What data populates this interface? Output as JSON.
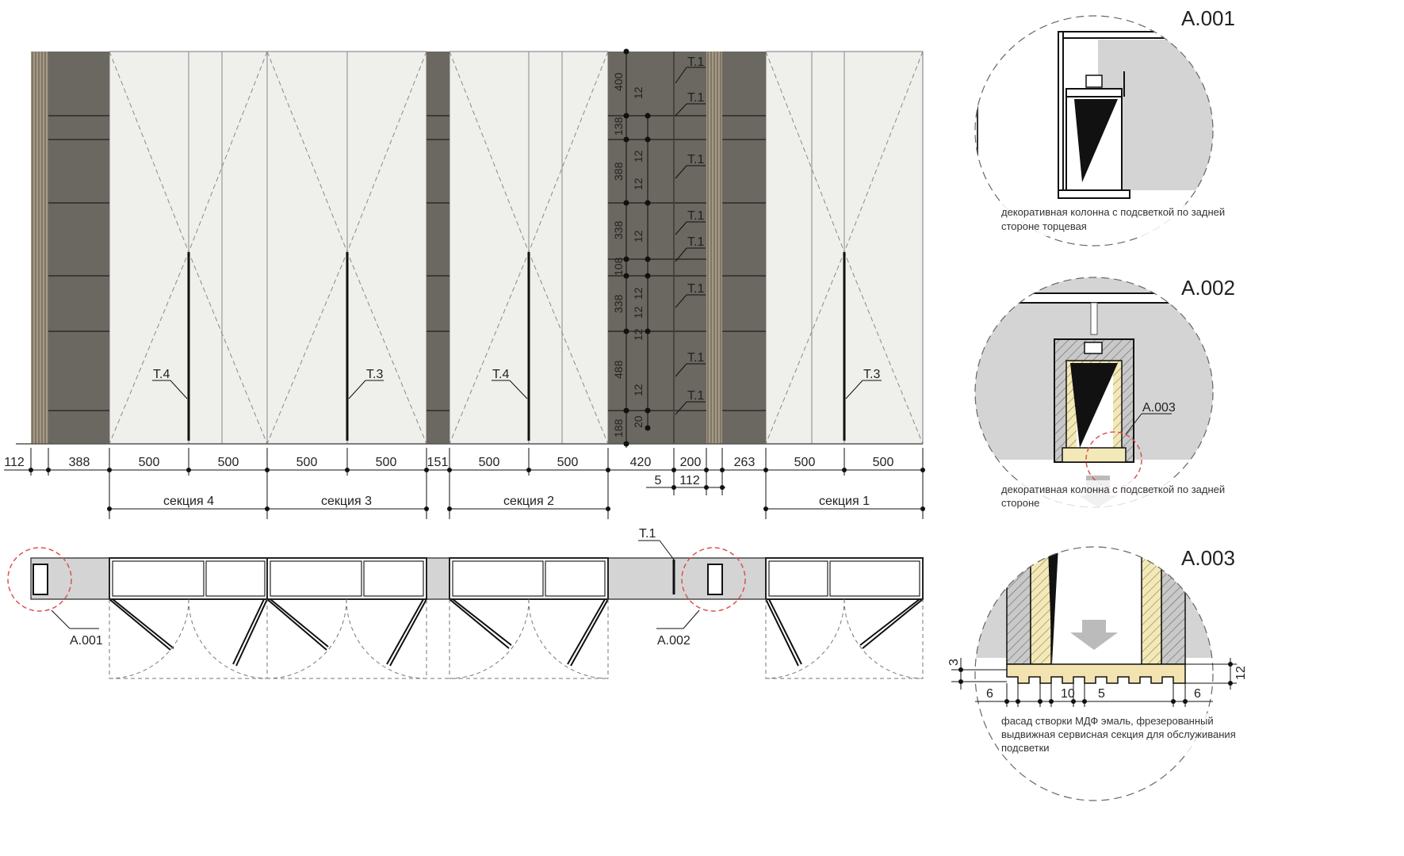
{
  "elevation": {
    "bottom_dims": [
      "112",
      "388",
      "500",
      "500",
      "500",
      "500",
      "151",
      "500",
      "500",
      "420",
      "200",
      "263",
      "500",
      "500"
    ],
    "sub_dims": [
      "5",
      "112"
    ],
    "sections": [
      "секция 4",
      "секция 3",
      "секция 2",
      "секция 1"
    ],
    "column_vertical_dims": [
      "400",
      "12",
      "138",
      "12",
      "388",
      "12",
      "338",
      "12",
      "108",
      "12",
      "338",
      "12",
      "12",
      "488",
      "12",
      "20",
      "188"
    ],
    "tags": {
      "t1": "T.1",
      "t3": "T.3",
      "t4": "T.4"
    }
  },
  "plan": {
    "callout_a001": "A.001",
    "callout_a002": "A.002",
    "tag_t1": "T.1"
  },
  "details": {
    "a001": {
      "title": "A.001",
      "caption_line1": "декоративная колонна с подсветкой по задней",
      "caption_line2": "стороне торцевая"
    },
    "a002": {
      "title": "A.002",
      "callout": "A.003",
      "caption_line1": "декоративная колонна с подсветкой по задней",
      "caption_line2": "стороне"
    },
    "a003": {
      "title": "A.003",
      "dims": [
        "3",
        "12",
        "6",
        "10",
        "5",
        "6"
      ],
      "caption_line1": "фасад створки МДФ эмаль, фрезерованный",
      "caption_line2": "выдвижная сервисная секция для обслуживания",
      "caption_line3": "подсветки"
    }
  },
  "colors": {
    "dark_panel": "#6b6761",
    "light_panel": "#efefec",
    "wall_grey": "#d4d4d4",
    "red_dash": "#d9534f",
    "hatch": "#f3e9b8"
  }
}
